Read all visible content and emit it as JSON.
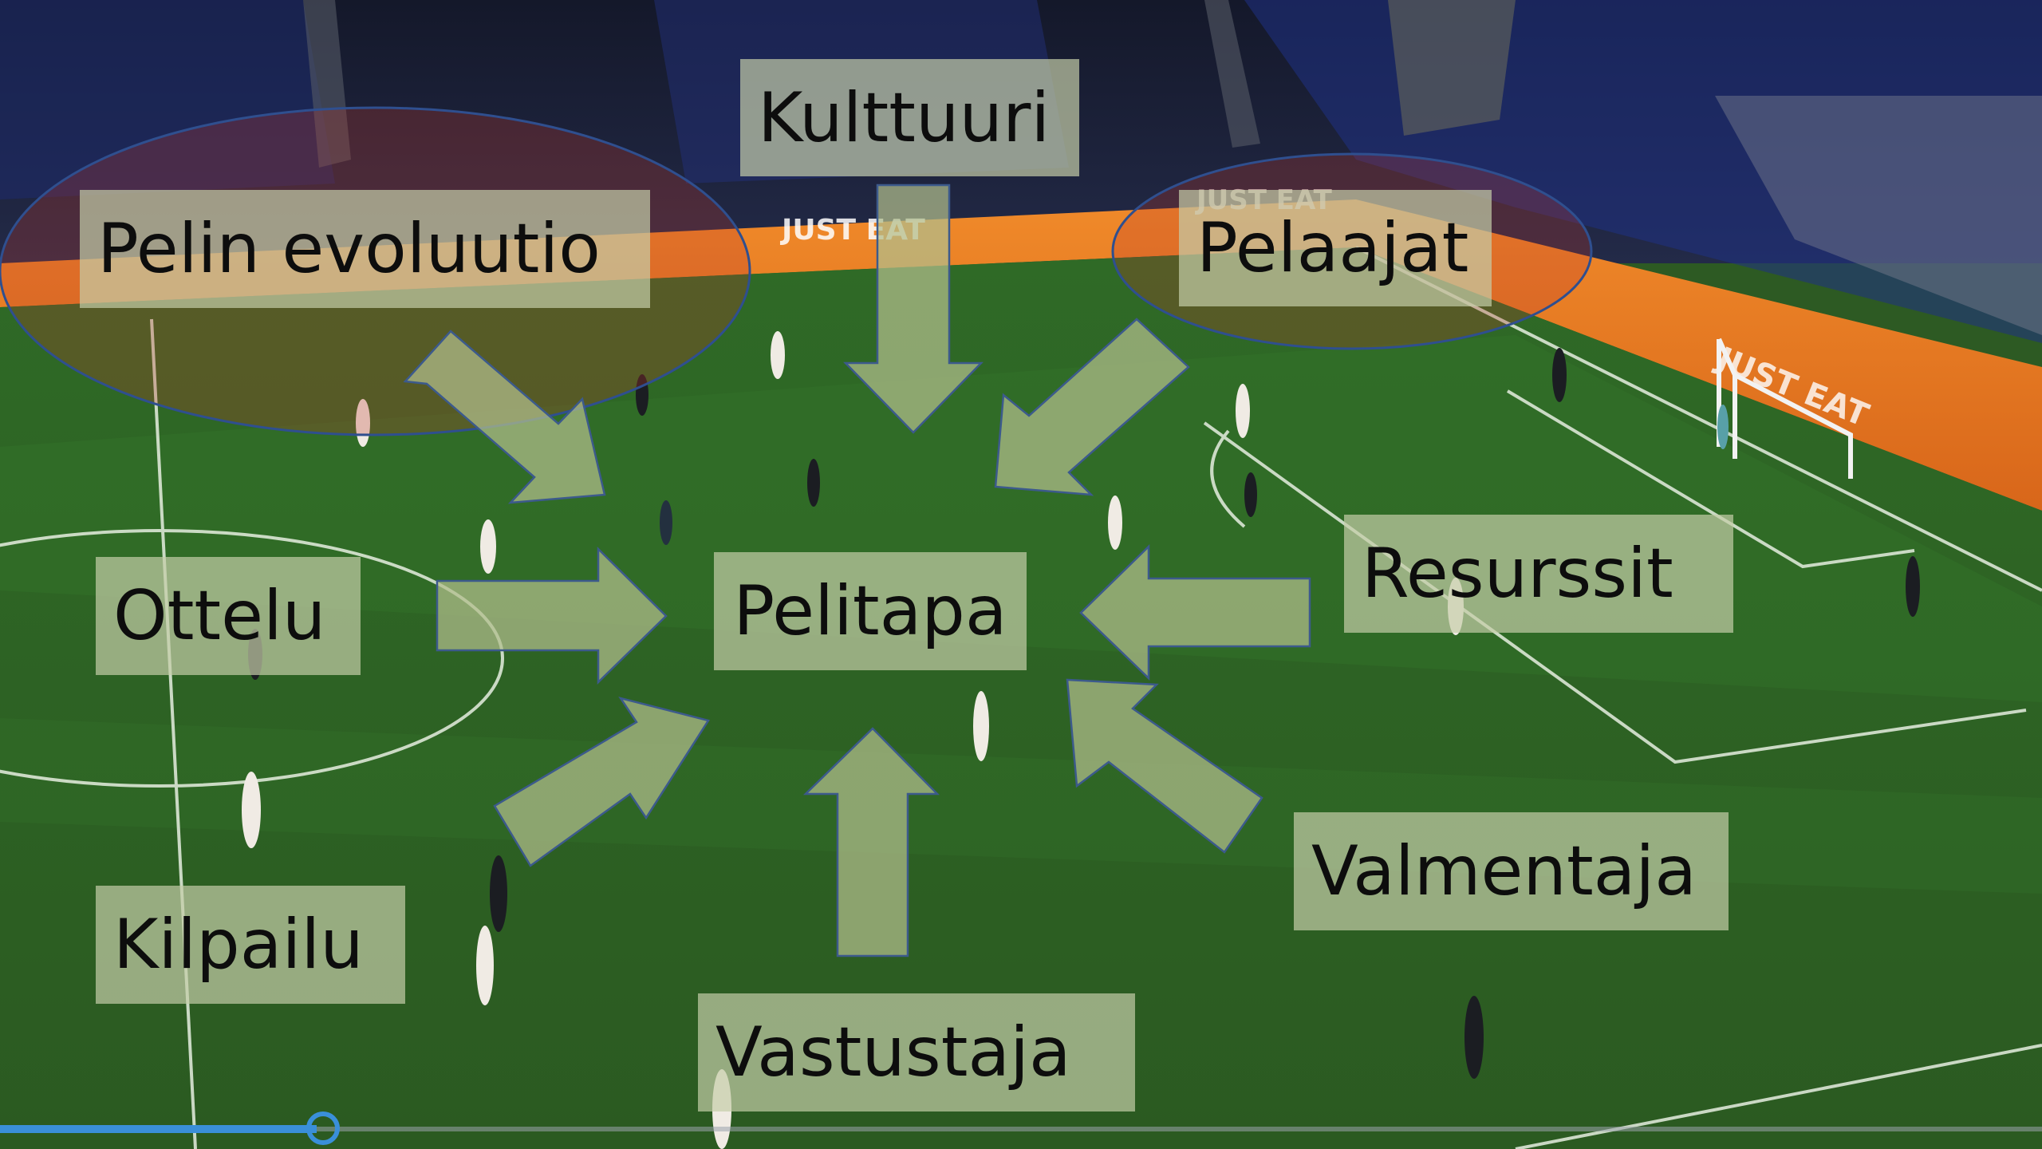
{
  "diagram": {
    "center": "Pelitapa",
    "factors": {
      "top": "Kulttuuri",
      "top_left": "Pelin evoluutio",
      "top_right": "Pelaajat",
      "left": "Ottelu",
      "right": "Resurssit",
      "bottom_left": "Kilpailu",
      "bottom": "Vastustaja",
      "bottom_right": "Valmentaja"
    },
    "highlight_color": "#c0392b"
  },
  "video": {
    "advertiser": "JUST EAT",
    "progress": 0.155,
    "accent_color": "#3a8fd9"
  }
}
